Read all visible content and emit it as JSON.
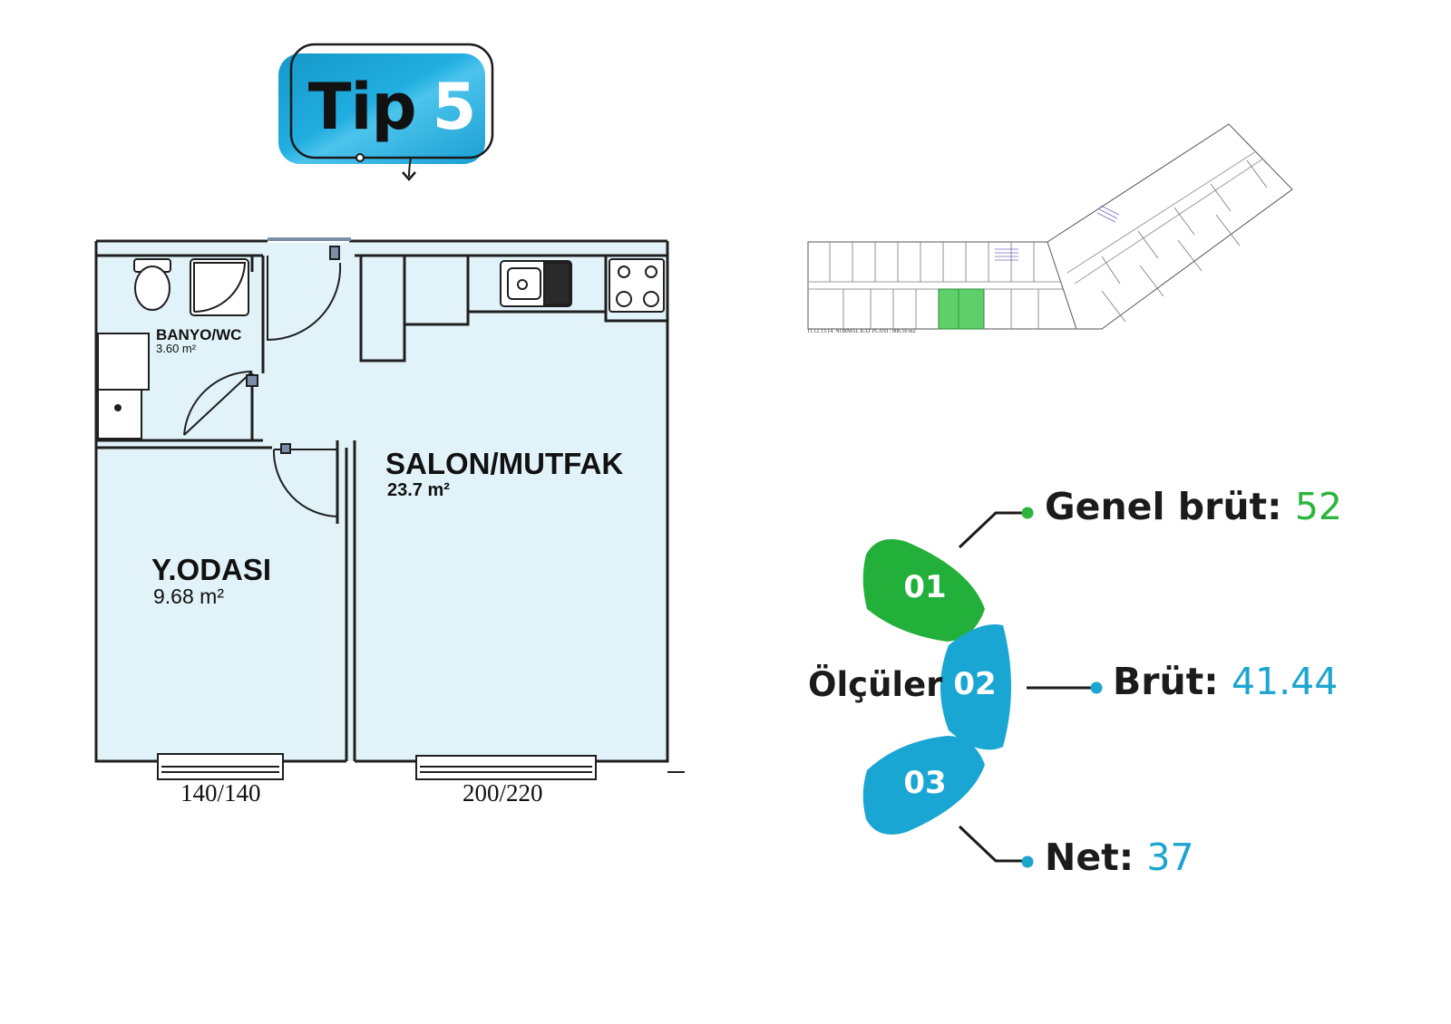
{
  "badge": {
    "word": "Tip",
    "number": "5"
  },
  "floor_plan": {
    "rooms": [
      {
        "name": "BANYO/WC",
        "area": "3.60 m²"
      },
      {
        "name": "SALON/MUTFAK",
        "area": "23.7 m²"
      },
      {
        "name": "Y.ODASI",
        "area": "9.68 m²"
      }
    ],
    "windows": [
      {
        "label": "140/140"
      },
      {
        "label": "200/220"
      }
    ]
  },
  "site_plan": {
    "caption": "11.12.13.14. NORMAL KAT PLANI : 806.50 m2"
  },
  "measures": {
    "title": "Ölçüler",
    "segments": [
      {
        "num": "01",
        "color": "#22b03a"
      },
      {
        "num": "02",
        "color": "#1aa6d2"
      },
      {
        "num": "03",
        "color": "#1aa6d2"
      }
    ],
    "items": [
      {
        "label": "Genel brüt:",
        "value": "52",
        "color": "#2cb53c"
      },
      {
        "label": "Brüt:",
        "value": "41.44",
        "color": "#1ba5cf"
      },
      {
        "label": "Net:",
        "value": "37",
        "color": "#1ba5cf"
      }
    ]
  }
}
